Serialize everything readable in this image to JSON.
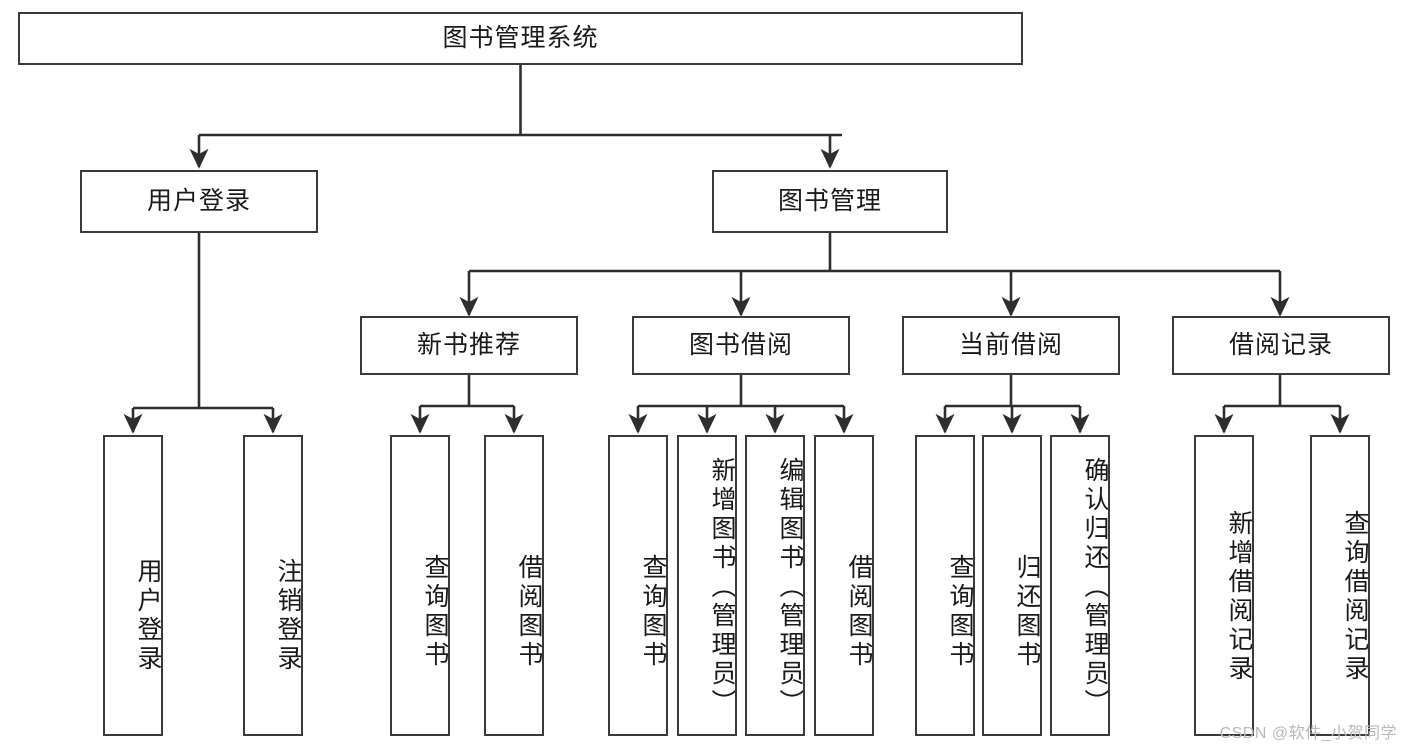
{
  "diagram": {
    "title": "图书管理系统",
    "type": "tree",
    "watermark": "CSDN @软件_小贺同学",
    "colors": {
      "box_border": "#3a3a3a",
      "box_fill": "#ffffff",
      "edge": "#2e2e2e",
      "text": "#1a1a1a",
      "watermark": "#b9b9b9",
      "background": "#ffffff"
    }
  },
  "nodes": {
    "root": {
      "label": "图书管理系统"
    },
    "level2": [
      {
        "id": "user-login",
        "label": "用户登录"
      },
      {
        "id": "book-manage",
        "label": "图书管理"
      }
    ],
    "level3": [
      {
        "id": "new-book-recommend",
        "label": "新书推荐"
      },
      {
        "id": "book-borrow",
        "label": "图书借阅"
      },
      {
        "id": "current-borrow",
        "label": "当前借阅"
      },
      {
        "id": "borrow-record",
        "label": "借阅记录"
      }
    ],
    "leaves": [
      {
        "id": "leaf-user-login",
        "label": "用户登录",
        "parent": "user-login"
      },
      {
        "id": "leaf-logout-login",
        "label": "注销登录",
        "parent": "user-login"
      },
      {
        "id": "leaf-query-book-1",
        "label": "查询图书",
        "parent": "new-book-recommend"
      },
      {
        "id": "leaf-borrow-book-1",
        "label": "借阅图书",
        "parent": "new-book-recommend"
      },
      {
        "id": "leaf-query-book-2",
        "label": "查询图书",
        "parent": "book-borrow"
      },
      {
        "id": "leaf-add-book",
        "label": "新增图书（管理员）",
        "parent": "book-borrow"
      },
      {
        "id": "leaf-edit-book",
        "label": "编辑图书（管理员）",
        "parent": "book-borrow"
      },
      {
        "id": "leaf-borrow-book-2",
        "label": "借阅图书",
        "parent": "book-borrow"
      },
      {
        "id": "leaf-query-book-3",
        "label": "查询图书",
        "parent": "current-borrow"
      },
      {
        "id": "leaf-return-book",
        "label": "归还图书",
        "parent": "current-borrow"
      },
      {
        "id": "leaf-confirm-return",
        "label": "确认归还（管理员）",
        "parent": "current-borrow"
      },
      {
        "id": "leaf-add-record",
        "label": "新增借阅记录",
        "parent": "borrow-record"
      },
      {
        "id": "leaf-query-record",
        "label": "查询借阅记录",
        "parent": "borrow-record"
      }
    ]
  }
}
